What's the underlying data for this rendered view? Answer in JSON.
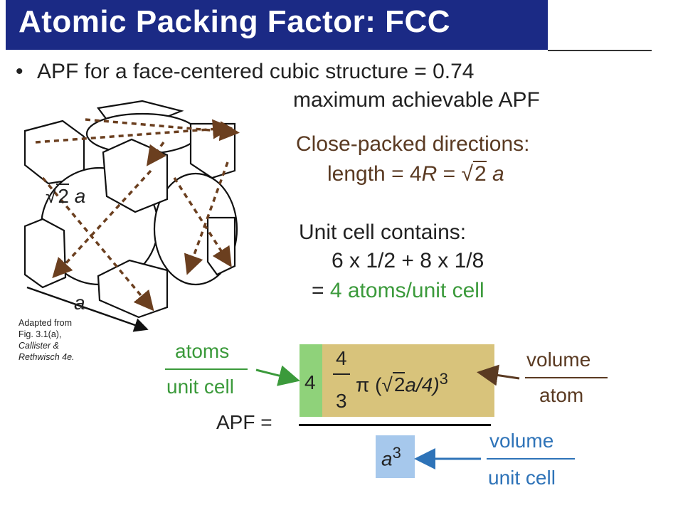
{
  "title": "Atomic Packing Factor:  FCC",
  "bullet": {
    "symbol": "•",
    "line1": "APF for a face-centered cubic structure = 0.74",
    "line2": "maximum achievable APF"
  },
  "close_packed": {
    "heading": "Close-packed directions:",
    "length_prefix": "length = 4",
    "length_var": "R",
    "length_mid": " = ",
    "root_symbol": "√",
    "root_arg": "2",
    "length_suffix": " a"
  },
  "unit_cell": {
    "heading": "Unit cell contains:",
    "expression": "6 x 1/2 + 8 x 1/8",
    "equals": "= ",
    "result": "4 atoms/unit cell"
  },
  "figure": {
    "diag_label_root": "√",
    "diag_label_arg": "2",
    "diag_label_suffix": " a",
    "edge_label": "a",
    "caption": {
      "line1": "Adapted from",
      "line2": "Fig. 3.1(a),",
      "line3": "Callister &",
      "line4": "Rethwisch 4e."
    }
  },
  "apf": {
    "label": "APF =",
    "atoms_num": "atoms",
    "atoms_den": "unit cell",
    "count": "4",
    "frac_num": "4",
    "frac_den": "3",
    "pi": "π",
    "paren_open": " (",
    "root": "√",
    "root_arg": "2",
    "root_after": "a/4)",
    "exponent": "3",
    "volume_atom_num": "volume",
    "volume_atom_den": "atom",
    "denominator_base": "a",
    "denominator_exp": "3",
    "volume_cell_num": "volume",
    "volume_cell_den": "unit cell"
  },
  "colors": {
    "title_bg": "#1b2a85",
    "brown_text": "#5a3a22",
    "green_text": "#3b9a3b",
    "blue_text": "#2e73b8",
    "green_box": "#8fd27a",
    "tan_box": "#d8c37b",
    "blue_box": "#a6c8ec"
  }
}
